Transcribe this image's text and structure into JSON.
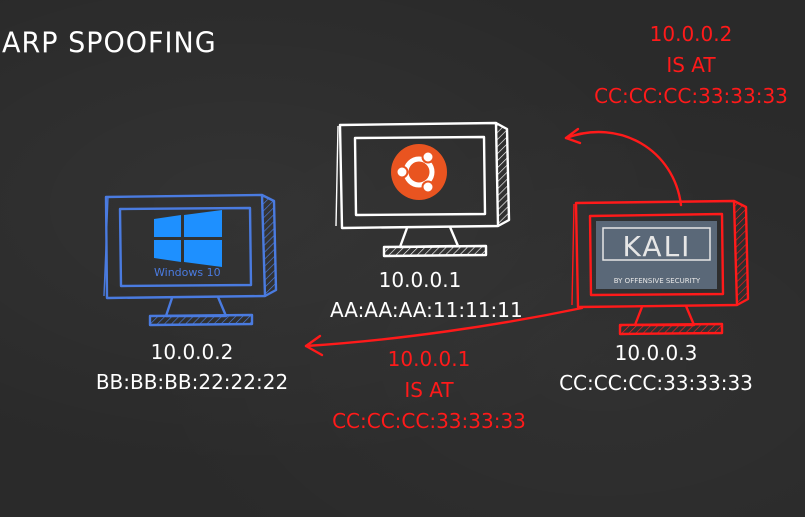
{
  "title": "ARP SPOOFING",
  "colors": {
    "background": "#2a2a2a",
    "windows": "#4a7be0",
    "ubuntu": "#ffffff",
    "kali": "#ff1a1a",
    "ubuntu_orange": "#e95420",
    "windows_logo": "#1e90ff",
    "kali_screen": "#5a6878",
    "annotation": "#ff1a1a"
  },
  "hosts": [
    {
      "id": "ubuntu",
      "icon": "ubuntu-logo",
      "ip": "10.0.0.1",
      "mac": "AA:AA:AA:11:11:11"
    },
    {
      "id": "windows",
      "icon": "windows-logo",
      "logo_text": "Windows 10",
      "ip": "10.0.0.2",
      "mac": "BB:BB:BB:22:22:22"
    },
    {
      "id": "kali",
      "icon": "kali-logo",
      "logo_text": "KALI",
      "logo_subtext": "BY OFFENSIVE SECURITY",
      "ip": "10.0.0.3",
      "mac": "CC:CC:CC:33:33:33"
    }
  ],
  "spoof_messages": [
    {
      "target": "ubuntu",
      "lines": [
        "10.0.0.2",
        "IS AT",
        "CC:CC:CC:33:33:33"
      ]
    },
    {
      "target": "windows",
      "lines": [
        "10.0.0.1",
        "IS AT",
        "CC:CC:CC:33:33:33"
      ]
    }
  ]
}
